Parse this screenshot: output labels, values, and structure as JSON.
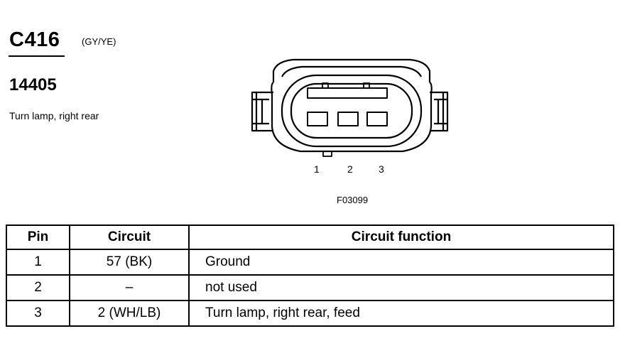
{
  "connector": {
    "id": "C416",
    "color": "(GY/YE)",
    "part_number": "14405",
    "description": "Turn lamp, right rear"
  },
  "diagram": {
    "pin_labels": [
      "1",
      "2",
      "3"
    ],
    "figure_id": "F03099"
  },
  "table": {
    "headers": [
      "Pin",
      "Circuit",
      "Circuit function"
    ],
    "rows": [
      {
        "pin": "1",
        "circuit": "57 (BK)",
        "function": "Ground"
      },
      {
        "pin": "2",
        "circuit": "–",
        "function": "not used"
      },
      {
        "pin": "3",
        "circuit": "2 (WH/LB)",
        "function": "Turn lamp, right rear, feed"
      }
    ]
  }
}
